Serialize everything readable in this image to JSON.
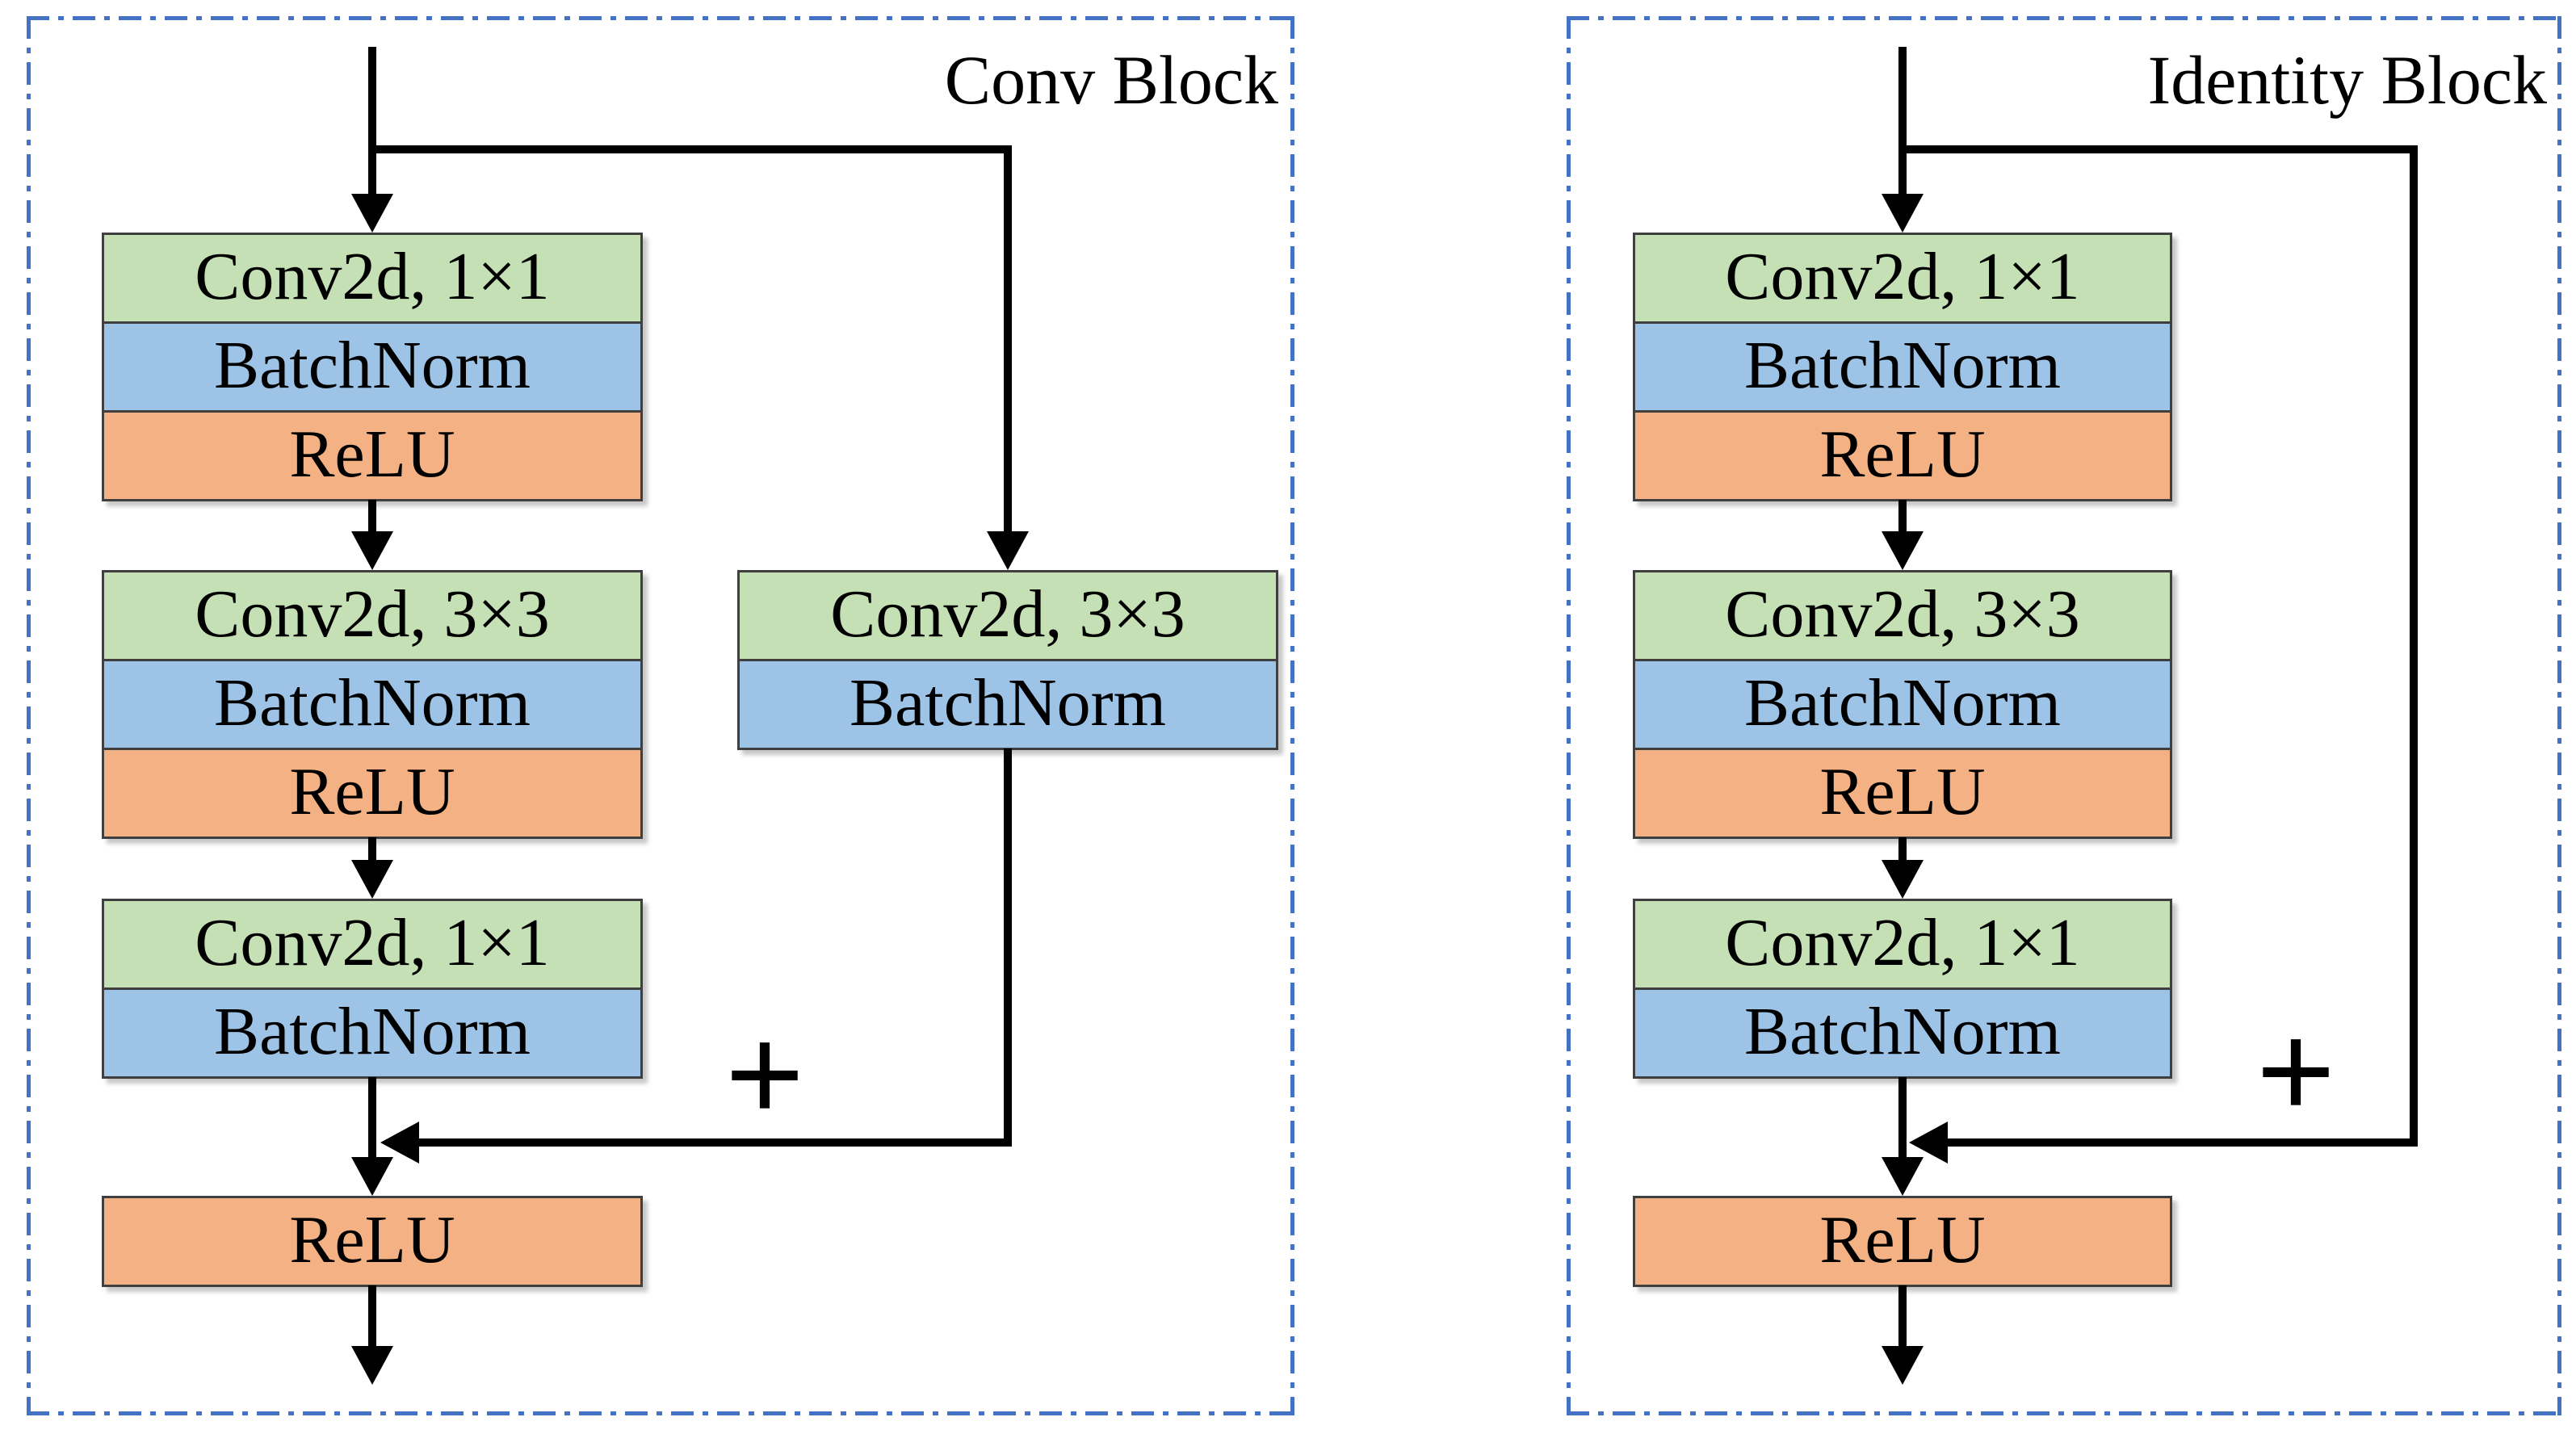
{
  "diagram": {
    "figure_type": "resnet-block-diagram",
    "colors": {
      "conv": "#c5e0b4",
      "bn": "#9dc3e6",
      "relu": "#f4b183",
      "panel": "#4472c4",
      "boxborder": "#3f3f3f",
      "arrow": "#000000"
    },
    "blocks": [
      {
        "title": "Conv Block",
        "main_path": [
          {
            "layers": [
              "Conv2d, 1×1",
              "BatchNorm",
              "ReLU"
            ]
          },
          {
            "layers": [
              "Conv2d, 3×3",
              "BatchNorm",
              "ReLU"
            ]
          },
          {
            "layers": [
              "Conv2d, 1×1",
              "BatchNorm"
            ]
          },
          {
            "layers": [
              "ReLU"
            ]
          }
        ],
        "shortcut_path": [
          {
            "layers": [
              "Conv2d, 3×3",
              "BatchNorm"
            ]
          }
        ],
        "merge_operator": "+"
      },
      {
        "title": "Identity Block",
        "main_path": [
          {
            "layers": [
              "Conv2d, 1×1",
              "BatchNorm",
              "ReLU"
            ]
          },
          {
            "layers": [
              "Conv2d, 3×3",
              "BatchNorm",
              "ReLU"
            ]
          },
          {
            "layers": [
              "Conv2d, 1×1",
              "BatchNorm"
            ]
          },
          {
            "layers": [
              "ReLU"
            ]
          }
        ],
        "shortcut_path": [],
        "merge_operator": "+"
      }
    ]
  }
}
